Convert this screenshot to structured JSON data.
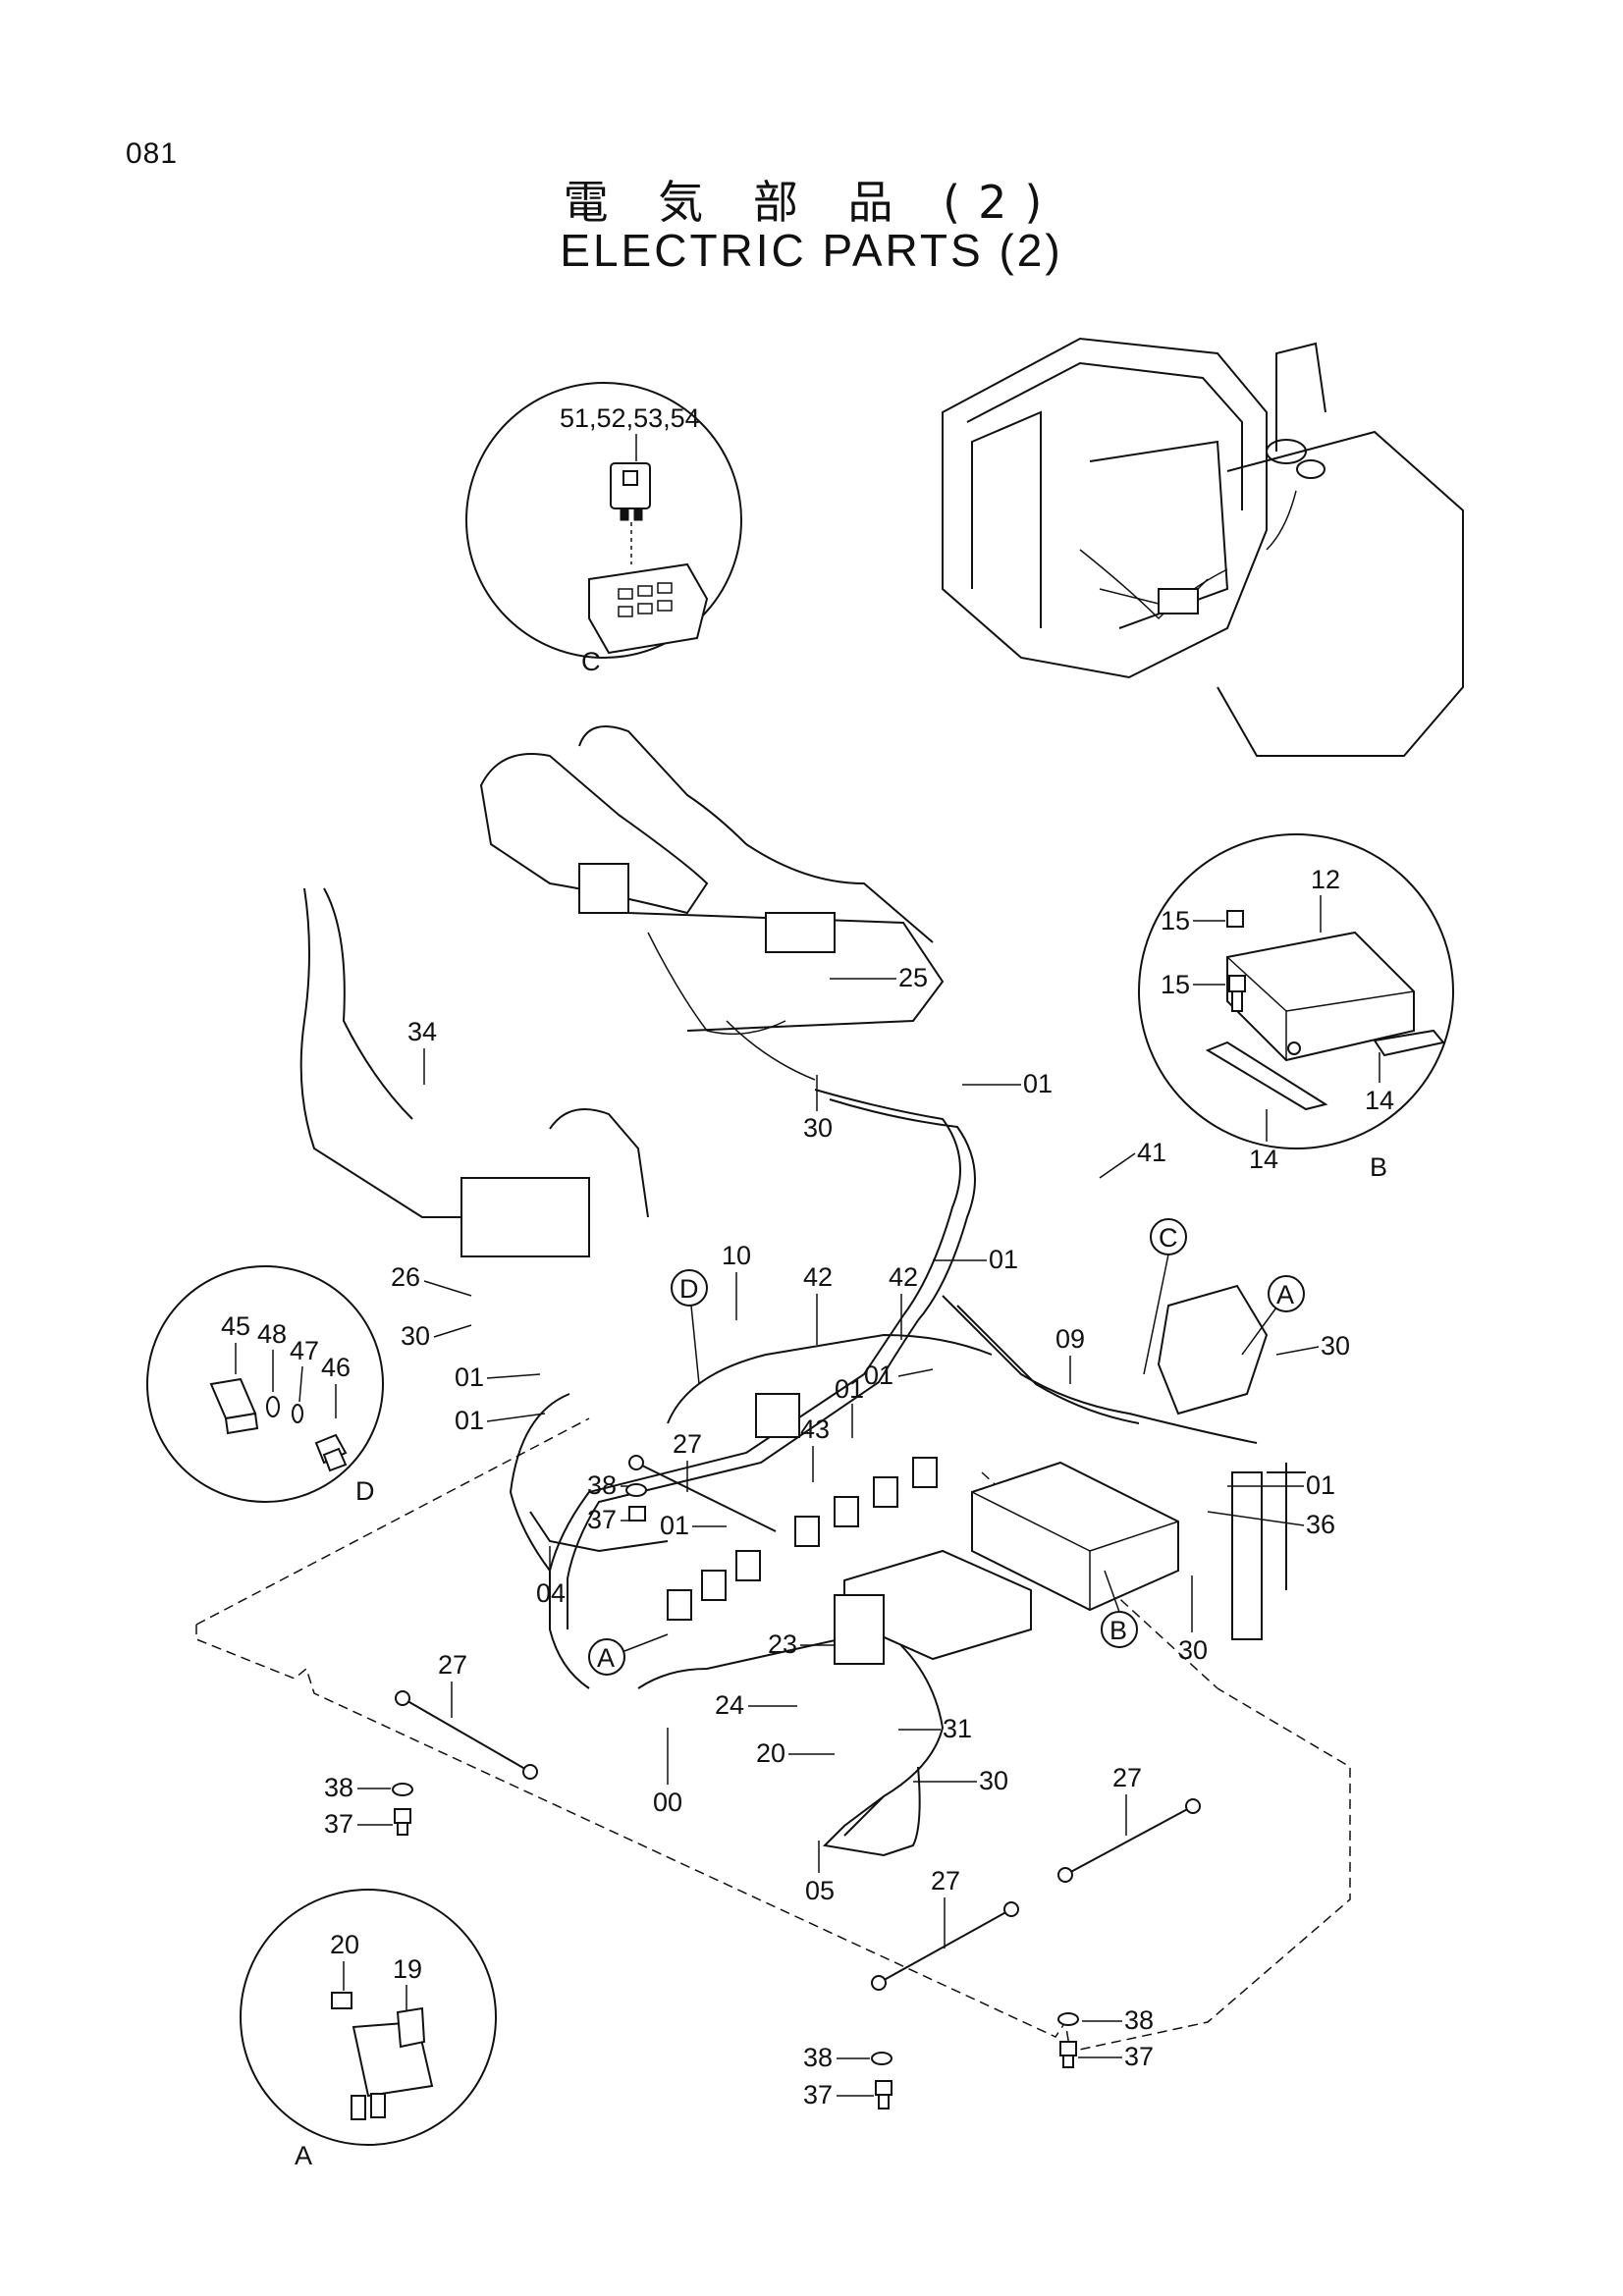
{
  "page_number": "081",
  "title_jp": "電 気 部 品 (2)",
  "title_en": "ELECTRIC PARTS (2)",
  "detail_views": {
    "C": {
      "letter": "C",
      "part_label": "51,52,53,54"
    },
    "B": {
      "letter": "B",
      "labels": [
        "12",
        "15",
        "15",
        "14",
        "14"
      ]
    },
    "D": {
      "letter": "D",
      "labels": [
        "45",
        "48",
        "47",
        "46"
      ]
    },
    "A": {
      "letter": "A",
      "labels": [
        "20",
        "19"
      ]
    }
  },
  "callout_markers": [
    "A",
    "B",
    "C",
    "D"
  ],
  "part_labels": [
    "25",
    "01",
    "34",
    "30",
    "01",
    "26",
    "30",
    "01",
    "01",
    "10",
    "42",
    "42",
    "01",
    "01",
    "41",
    "09",
    "30",
    "27",
    "38",
    "37",
    "01",
    "43",
    "04",
    "01",
    "36",
    "23",
    "24",
    "20",
    "31",
    "30",
    "30",
    "27",
    "38",
    "37",
    "00",
    "05",
    "27",
    "27",
    "38",
    "37",
    "38",
    "37"
  ]
}
